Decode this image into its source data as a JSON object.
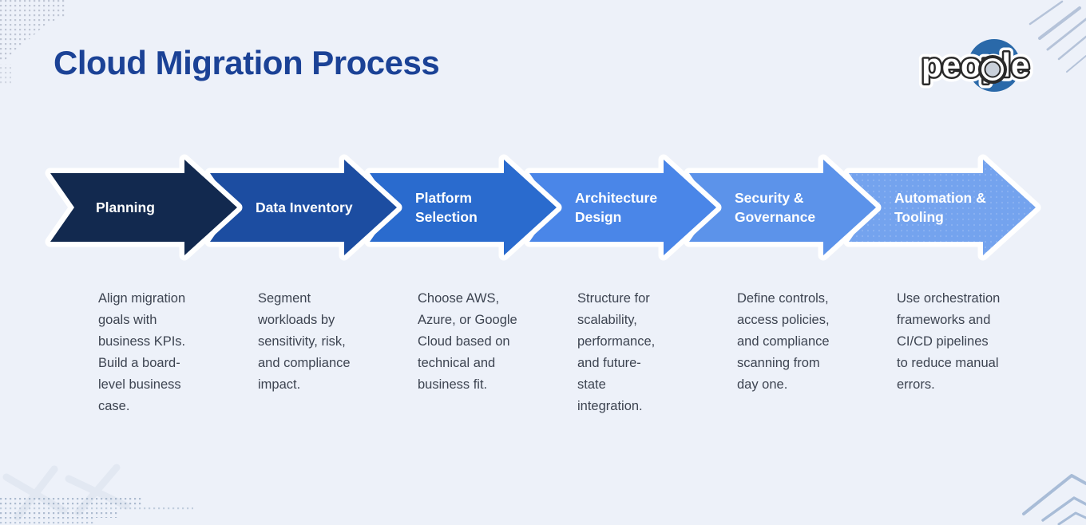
{
  "title": "Cloud Migration Process",
  "logo": {
    "text": "people"
  },
  "colors": {
    "background": "#edf1f9",
    "title_text": "#1b4296",
    "label_text": "#ffffff",
    "description_text": "#3d4451",
    "arrow_gap": "#ffffff",
    "logo_circle": "#2a69a9"
  },
  "stages": [
    {
      "label": "Planning",
      "description": "Align migration goals with business KPIs. Build a board-level business case.",
      "color": "#12294f"
    },
    {
      "label": "Data Inventory",
      "description": "Segment workloads by sensitivity, risk, and compliance impact.",
      "color": "#1c4da1"
    },
    {
      "label": "Platform Selection",
      "description": "Choose AWS, Azure, or Google Cloud based on technical and business fit.",
      "color": "#2a6bce"
    },
    {
      "label": "Architecture Design",
      "description": "Structure for scalability, performance, and future-state integration.",
      "color": "#4a86e8"
    },
    {
      "label": "Security & Governance",
      "description": "Define controls, access policies, and compliance scanning from day one.",
      "color": "#5c93ea"
    },
    {
      "label": "Automation & Tooling",
      "description": "Use orchestration frameworks and CI/CD pipelines to reduce manual errors.",
      "color": "#74a3ee"
    }
  ]
}
